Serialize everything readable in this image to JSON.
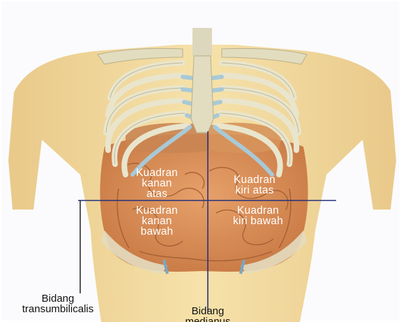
{
  "quadrants": {
    "upper_right": [
      "Kuadran",
      "kanan",
      "atas"
    ],
    "upper_left": [
      "Kuadran",
      "kiri atas"
    ],
    "lower_right": [
      "Kuadran",
      "kanan",
      "bawah"
    ],
    "lower_left": [
      "Kuadran",
      "kiri bawah"
    ]
  },
  "planes": {
    "transumbilical": [
      "Bidang",
      "transumbilicalis"
    ],
    "median": [
      "Bidang",
      "medianus"
    ]
  },
  "colors": {
    "skin": "#f3dca0",
    "rib": "#e6e3c9",
    "cartilage": "#a8c9d6",
    "muscle": "#d88a50",
    "line": "#25327a"
  }
}
